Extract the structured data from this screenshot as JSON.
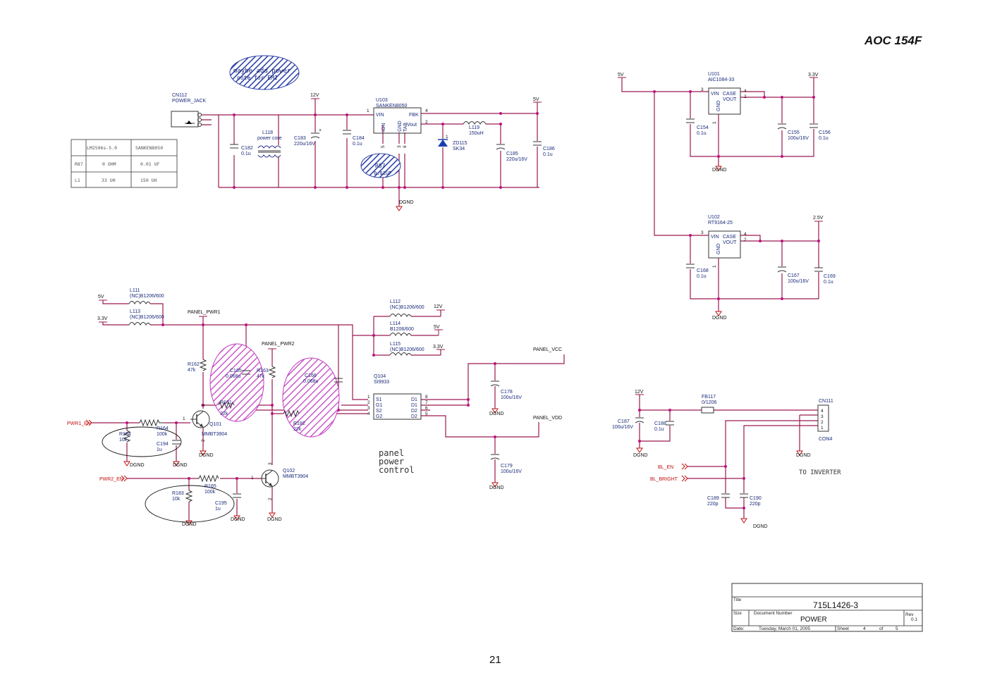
{
  "header": {
    "brand": "AOC 154F"
  },
  "page_number": "21",
  "title_block": {
    "title_label": "Title",
    "title": "715L1426-3",
    "size_label": "Size",
    "docnum_label": "Document Number",
    "docnum": "POWER",
    "rev_label": "Rev",
    "rev": "0.1",
    "date_label": "Date:",
    "date": "Tuesday, March 01, 2005",
    "sheet_label": "Sheet",
    "sheet": "4",
    "of_label": "of",
    "of": "5"
  },
  "bom_table": [
    [
      "",
      "LM2596s-5.0",
      "SANKEN8050"
    ],
    [
      "R87",
      "0 OHM",
      "0.01 UF"
    ],
    [
      "L1",
      "33 UH",
      "150 UH"
    ]
  ],
  "notes": {
    "maybe_power": "maybe add power",
    "note_circle": "note for EMI",
    "r87_note": "R87",
    "r87_val": "0.01UF",
    "panel_power_control": [
      "panel",
      "power",
      "control"
    ],
    "to_inverter": "TO INVERTER"
  },
  "components": {
    "cn112_ref": "CN112",
    "cn112_val": "POWER_JACK",
    "l118_ref": "L118",
    "l118_val": "power core",
    "c182_ref": "C182",
    "c182_val": "0.1u",
    "c183_ref": "C183",
    "c183_val": "220u/16V",
    "c184_ref": "C184",
    "c184_val": "0.1u",
    "u103_ref": "U103",
    "u103_val": "SANKEN8050",
    "l119_ref": "L119",
    "l119_val": "150uH",
    "zd115_ref": "ZD115",
    "zd115_val": "SK34",
    "c185_ref": "C185",
    "c185_val": "220u/16V",
    "c186_ref": "C186",
    "c186_val": "0.1u",
    "u101_ref": "U101",
    "u101_val": "AIC1084-33",
    "c154_ref": "C154",
    "c154_val": "0.1u",
    "c155_ref": "C155",
    "c155_val": "100u/16V",
    "c156_ref": "C156",
    "c156_val": "0.1u",
    "u102_ref": "U102",
    "u102_val": "RT9164-25",
    "c168_ref": "C168",
    "c168_val": "0.1u",
    "c167_ref": "C167",
    "c167_val": "100u/16V",
    "c169_ref": "C169",
    "c169_val": "0.1u",
    "l111_ref": "L111",
    "l111_val": "(NC)B1206/600",
    "l113_ref": "L113",
    "l113_val": "(NC)B1206/600",
    "l112_ref": "L112",
    "l112_val": "(NC)B1206/600",
    "l114_ref": "L114",
    "l114_val": "B1206/600",
    "l115_ref": "L115",
    "l115_val": "(NC)B1206/600",
    "r162_ref": "R162",
    "r162_val": "47k",
    "c165_ref": "C165",
    "c165_val": "0.068u",
    "r163_ref": "R163",
    "r163_val": "47k",
    "c166_ref": "C166",
    "c166_val": "0.068u",
    "r181_ref": "R181",
    "r181_val": "22k",
    "r182_ref": "R182",
    "r182_val": "22k",
    "q104_ref": "Q104",
    "q104_val": "SI9933",
    "c178_ref": "C178",
    "c178_val": "100u/16V",
    "c179_ref": "C179",
    "c179_val": "100u/16V",
    "q101_ref": "Q101",
    "q101_val": "MMBT3904",
    "q102_ref": "Q102",
    "q102_val": "MMBT3904",
    "r184_ref": "R184",
    "r184_val": "10k",
    "r164_ref": "R164",
    "r164_val": "100k",
    "c194_ref": "C194",
    "c194_val": "1u",
    "r183_ref": "R183",
    "r183_val": "10k",
    "r165_ref": "R165",
    "r165_val": "100k",
    "c195_ref": "C195",
    "c195_val": "1u",
    "fb117_ref": "FB117",
    "fb117_val": "0/1206",
    "c187_ref": "C187",
    "c187_val": "100u/16V",
    "c188_ref": "C188",
    "c188_val": "0.1u",
    "cn111_ref": "CN111",
    "cn111_val": "CON4",
    "c189_ref": "C189",
    "c189_val": "220p",
    "c190_ref": "C190",
    "c190_val": "220p"
  },
  "pins": {
    "vin": "VIN",
    "fbk": "FBK",
    "ion": "ION",
    "gnd": "GND",
    "tab": "TAB",
    "vout": "Vout",
    "case": "CASE",
    "vout2": "VOUT",
    "s1": "S1",
    "g1": "G1",
    "s2": "S2",
    "g2": "G2",
    "d1": "D1",
    "d2": "D2",
    "n1": "1",
    "n2": "2",
    "n3": "3",
    "n4": "4",
    "n5": "5",
    "n6": "6",
    "n7": "7",
    "n8": "8"
  },
  "nets": {
    "v12": "12V",
    "v5": "5V",
    "v33": "3.3V",
    "v25": "2.5V",
    "dgnd": "DGND",
    "panel_pwr1": "PANEL_PWR1",
    "panel_pwr2": "PANEL_PWR2",
    "panel_vcc": "PANEL_VCC",
    "panel_vdd": "PANEL_VDD",
    "pwr1_en": "PWR1_EN",
    "pwr2_en": "PWR2_EN",
    "bl_en": "BL_EN",
    "bl_bright": "BL_BRIGHT"
  }
}
